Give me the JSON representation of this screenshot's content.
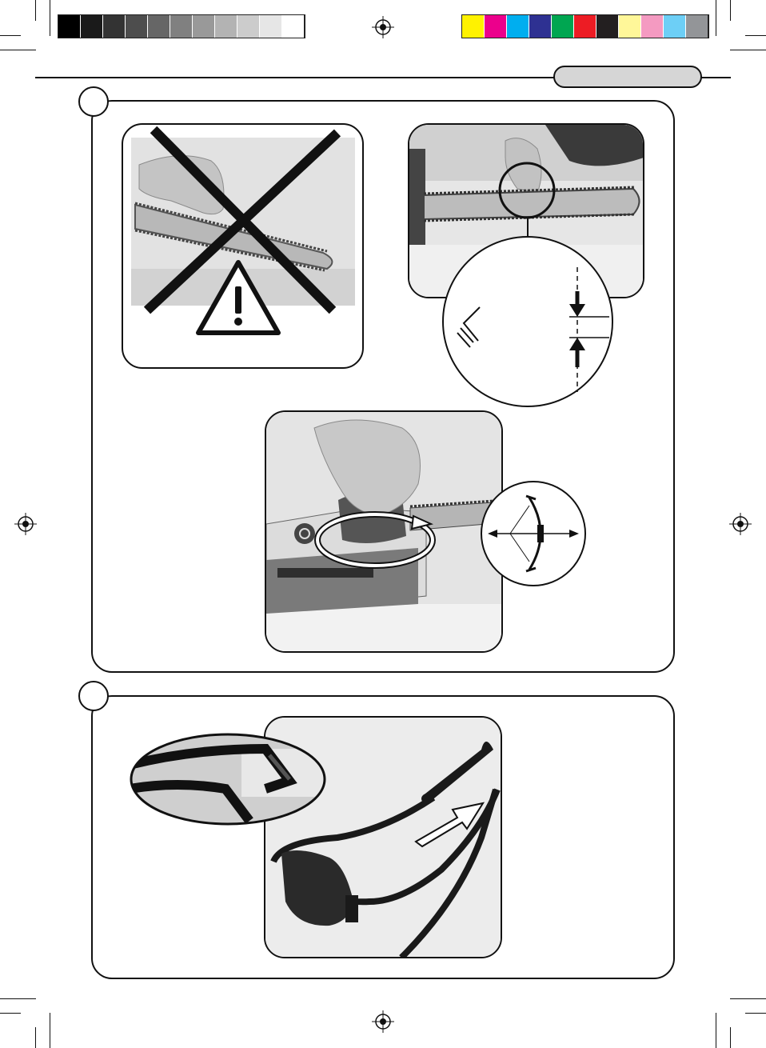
{
  "print_marks": {
    "grayscale_swatches": [
      "#000000",
      "#1a1a1a",
      "#333333",
      "#4d4d4d",
      "#666666",
      "#808080",
      "#999999",
      "#b3b3b3",
      "#cccccc",
      "#e6e6e6",
      "#ffffff"
    ],
    "color_swatches": [
      "#fff200",
      "#ec008c",
      "#00aeef",
      "#2e3192",
      "#00a651",
      "#ed1c24",
      "#231f20",
      "#fff799",
      "#f49ac1",
      "#6dcff6",
      "#939598"
    ],
    "registration_icon": "crosshair-registration-icon"
  },
  "header": {
    "tab_label": "",
    "tab_color": "#d6d6d6"
  },
  "section_a": {
    "step_number": "",
    "illustrations": [
      {
        "name": "incorrect-chain-tension-photo",
        "icon": "x-cross-icon"
      },
      {
        "name": "warning-triangle-icon",
        "symbol": "!"
      },
      {
        "name": "correct-chain-tension-photo",
        "icon": "magnifier-circle-icon"
      },
      {
        "name": "tension-gap-detail",
        "icon": "double-arrow-gap-icon"
      },
      {
        "name": "tension-knob-photo",
        "icon": "rotate-arrow-icon"
      },
      {
        "name": "rotation-direction-detail",
        "icon": "bidirectional-arrow-icon"
      }
    ]
  },
  "section_b": {
    "step_number": "",
    "illustrations": [
      {
        "name": "cable-strain-relief-photo",
        "icon": "arrow-up-right-icon"
      },
      {
        "name": "cable-loop-detail",
        "icon": "oval-zoom-icon"
      }
    ]
  },
  "colors": {
    "ink": "#111111",
    "photo_gray": "#d9d9d9",
    "chain_gray": "#9a9a9a"
  }
}
